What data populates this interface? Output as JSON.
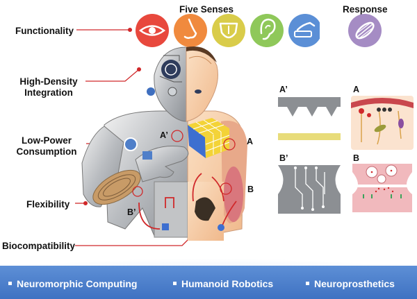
{
  "headers": {
    "senses": "Five Senses",
    "response": "Response"
  },
  "left_labels": {
    "functionality": "Functionality",
    "high_density_1": "High-Density",
    "high_density_2": "Integration",
    "low_power_1": "Low-Power",
    "low_power_2": "Consumption",
    "flexibility": "Flexibility",
    "biocompatibility": "Biocompatibility"
  },
  "figure_tags": {
    "a_prime": "A’",
    "a": "A",
    "b_prime": "B’",
    "b": "B"
  },
  "panel_tags": {
    "a_prime": "A’",
    "a": "A",
    "b_prime": "B’",
    "b": "B"
  },
  "sense_icons": [
    {
      "icon": "eye-icon",
      "color": "#e8483d"
    },
    {
      "icon": "nose-icon",
      "color": "#f08a3e"
    },
    {
      "icon": "tongue-icon",
      "color": "#d9cc4a"
    },
    {
      "icon": "ear-icon",
      "color": "#8fc85a"
    },
    {
      "icon": "touch-icon",
      "color": "#5b8fd6"
    }
  ],
  "response_icon": {
    "icon": "muscle-icon",
    "color": "#a58cc4"
  },
  "applications": [
    "Neuromorphic Computing",
    "Humanoid Robotics",
    "Neuroprosthetics"
  ]
}
